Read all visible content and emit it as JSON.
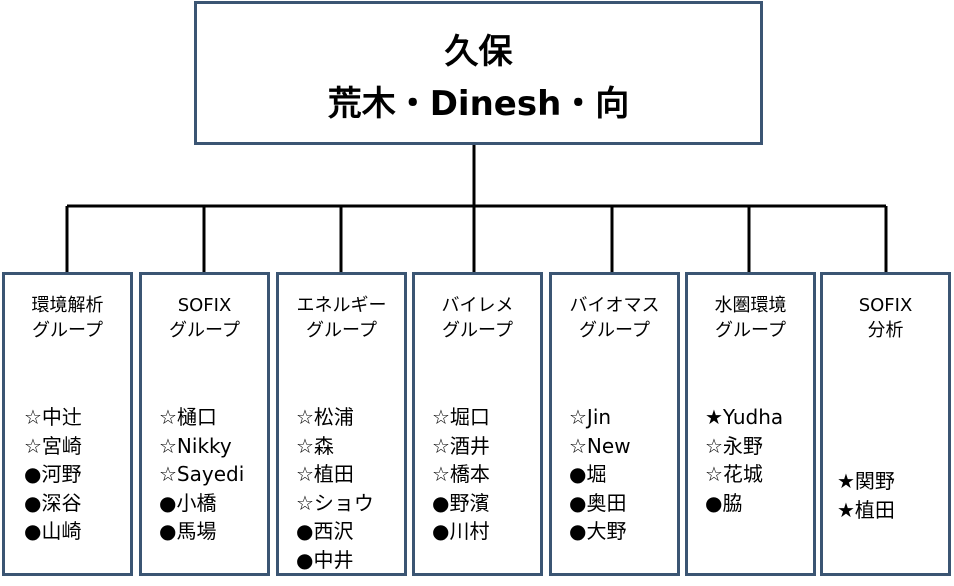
{
  "top": {
    "line1": "久保",
    "line2": "荒木・Dinesh・向"
  },
  "groups": [
    {
      "title1": "環境解析",
      "title2": "グループ",
      "members": [
        "☆中辻",
        "☆宮崎",
        "●河野",
        "●深谷",
        "●山崎"
      ]
    },
    {
      "title1": "SOFIX",
      "title2": "グループ",
      "members": [
        "☆樋口",
        "☆Nikky",
        "☆Sayedi",
        "●小橋",
        "●馬場"
      ]
    },
    {
      "title1": "エネルギー",
      "title2": "グループ",
      "members": [
        "☆松浦",
        "☆森",
        "☆植田",
        "☆ショウ",
        "●西沢",
        "●中井"
      ]
    },
    {
      "title1": "バイレメ",
      "title2": "グループ",
      "members": [
        "☆堀口",
        "☆酒井",
        "☆橋本",
        "●野濱",
        "●川村"
      ]
    },
    {
      "title1": "バイオマス",
      "title2": "グループ",
      "members": [
        "☆Jin",
        "☆New",
        "●堀",
        "●奥田",
        "●大野"
      ]
    },
    {
      "title1": "水圏環境",
      "title2": "グループ",
      "members": [
        "★Yudha",
        "☆永野",
        "☆花城",
        "●脇"
      ]
    },
    {
      "title1": "SOFIX",
      "title2": "分析",
      "members": [
        "★関野",
        "★植田"
      ]
    }
  ],
  "colors": {
    "box_border": "#3b5573",
    "connector": "#000000",
    "background": "#ffffff"
  }
}
